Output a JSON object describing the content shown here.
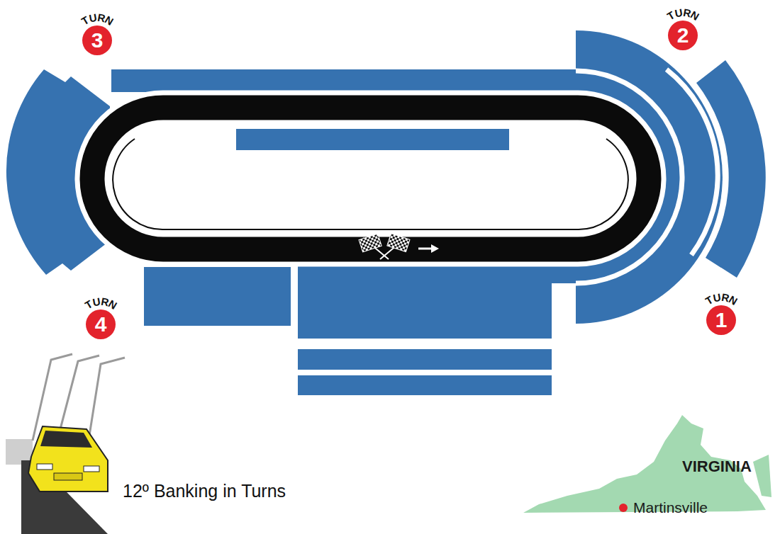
{
  "diagram": {
    "nodes": [
      {
        "text": [
          "TURN",
          "3"
        ]
      },
      {
        "text": [
          "TURN",
          "2"
        ]
      },
      {
        "text": [
          "TURN",
          "4"
        ]
      },
      {
        "text": [
          "TURN",
          "1"
        ]
      },
      {
        "text": [
          "VIRGINIA",
          "Martinsville"
        ]
      }
    ],
    "labels": [
      "12º Banking in Turns"
    ]
  }
}
